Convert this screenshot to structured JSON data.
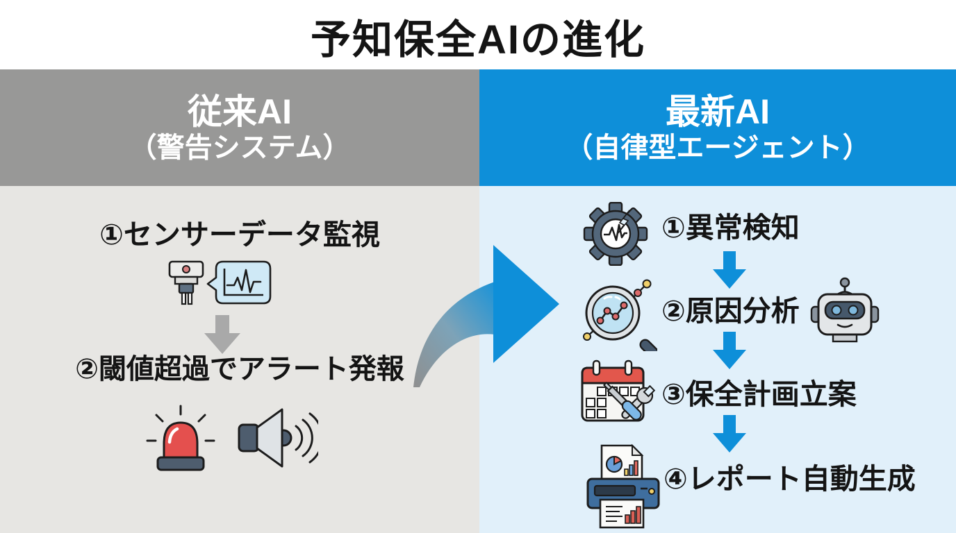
{
  "title": "予知保全AIの進化",
  "left_panel": {
    "heading": "従来AI",
    "subheading": "（警告システム）",
    "steps": [
      {
        "label": "①センサーデータ監視",
        "icons": [
          "sensor-probe-icon",
          "waveform-bubble-icon"
        ]
      },
      {
        "label": "②閾値超過でアラート発報",
        "icons": [
          "siren-icon",
          "speaker-icon"
        ]
      }
    ],
    "flow_arrow": "gray-down-arrow"
  },
  "right_panel": {
    "heading": "最新AI",
    "subheading": "（自律型エージェント）",
    "steps": [
      {
        "label": "①異常検知",
        "icons": [
          "gear-waveform-icon"
        ]
      },
      {
        "label": "②原因分析",
        "icons": [
          "magnifier-chart-icon",
          "robot-icon"
        ]
      },
      {
        "label": "③保全計画立案",
        "icons": [
          "calendar-tools-icon"
        ]
      },
      {
        "label": "④レポート自動生成",
        "icons": [
          "printer-report-icon"
        ]
      }
    ],
    "flow_arrows": "blue-down-arrows"
  },
  "transition": {
    "type": "curved-arrow",
    "from": "従来AI",
    "to": "最新AI",
    "direction": "left-to-right"
  },
  "colors": {
    "accent_blue": "#0e8fd9",
    "header_gray": "#989897",
    "left_bg": "#e7e6e3",
    "right_bg": "#e1f0fa",
    "gray_arrow": "#a9a9a9",
    "swoosh_gray": "#8f8f8f",
    "text_dark": "#141414",
    "siren_red": "#e4504e",
    "slate": "#4e5d6e",
    "white": "#ffffff"
  }
}
